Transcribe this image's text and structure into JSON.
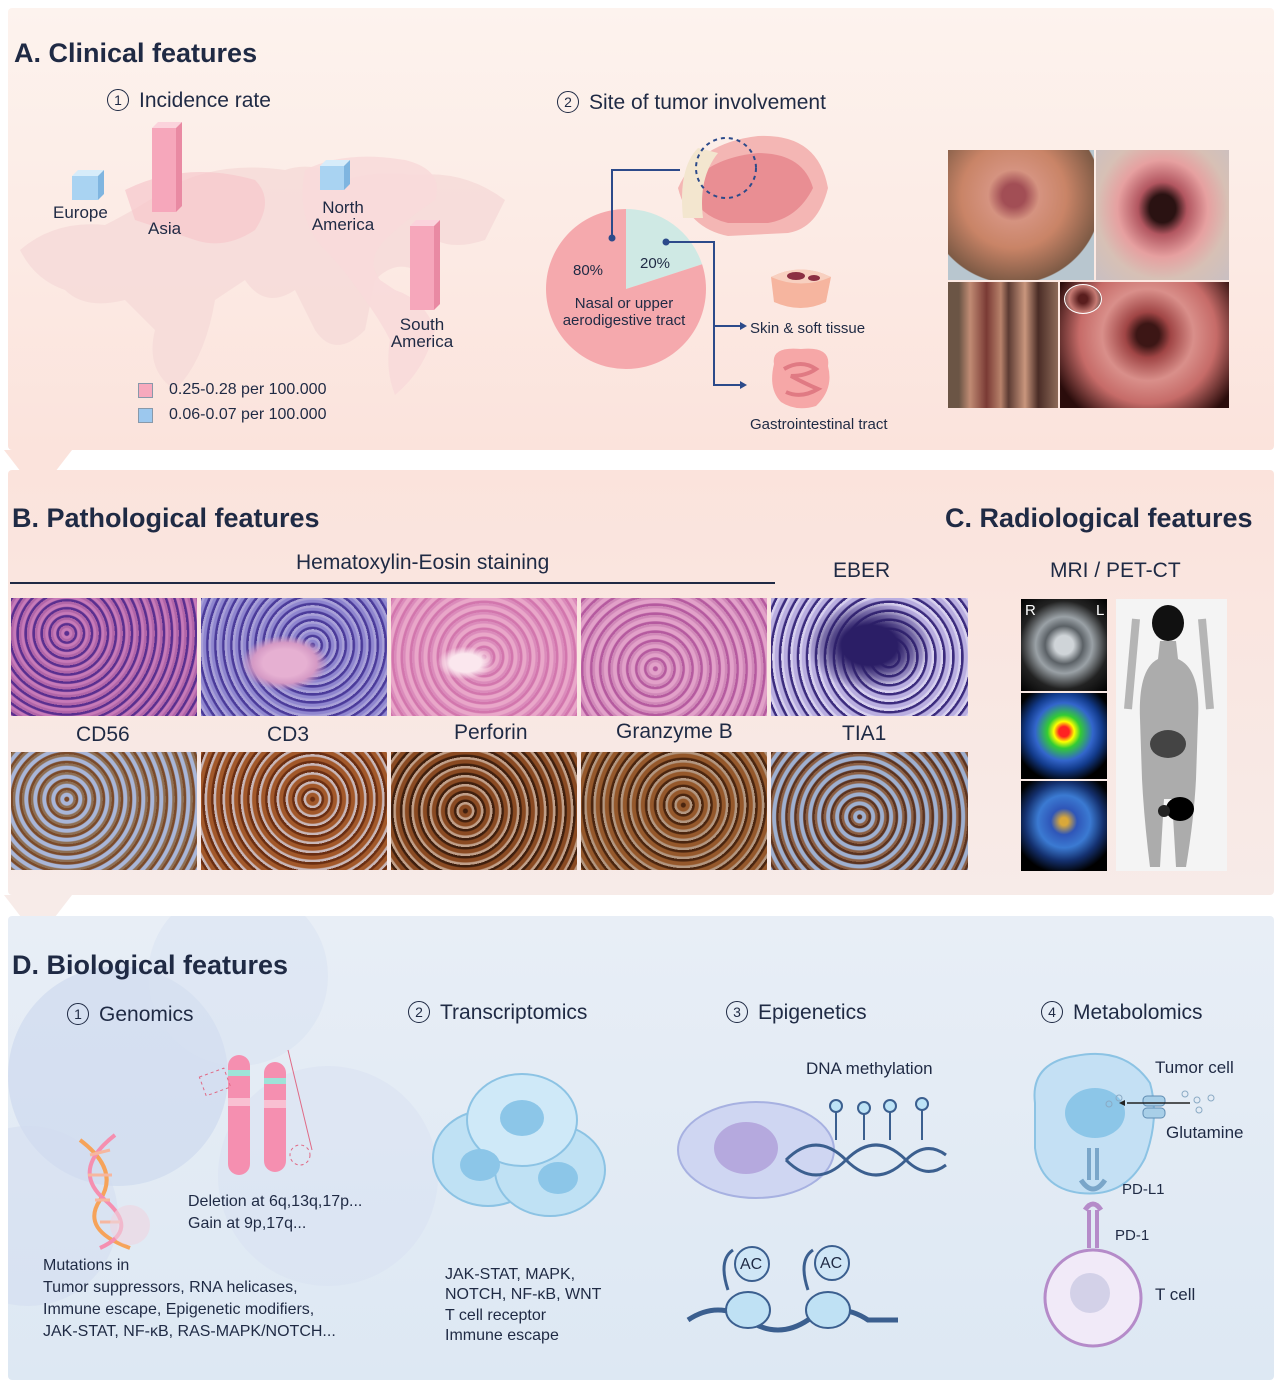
{
  "panelA": {
    "title": "A. Clinical features",
    "incidence": {
      "num": "1",
      "title": "Incidence rate",
      "regions": [
        {
          "name": "Europe",
          "level": "low"
        },
        {
          "name": "Asia",
          "level": "high"
        },
        {
          "name": "North America",
          "line1": "North",
          "line2": "America",
          "level": "low"
        },
        {
          "name": "South America",
          "line1": "South",
          "line2": "America",
          "level": "high"
        }
      ],
      "legend": [
        {
          "label": "0.25-0.28 per 100.000",
          "color": "#f7a9bd"
        },
        {
          "label": "0.06-0.07 per 100.000",
          "color": "#9cc8ee"
        }
      ]
    },
    "site": {
      "num": "2",
      "title": "Site of tumor involvement",
      "pie": [
        {
          "pct": "80%",
          "label_line1": "Nasal or upper",
          "label_line2": "aerodigestive tract",
          "value": 80,
          "color": "#f5a9ad"
        },
        {
          "pct": "20%",
          "value": 20,
          "color": "#cfe9e4"
        }
      ],
      "other_sites": [
        "Skin & soft tissue",
        "Gastrointestinal tract"
      ]
    }
  },
  "panelB": {
    "title": "B. Pathological features",
    "he_label": "Hematoxylin-Eosin staining",
    "eber_label": "EBER",
    "ihc_labels": [
      "CD56",
      "CD3",
      "Perforin",
      "Granzyme B",
      "TIA1"
    ]
  },
  "panelC": {
    "title": "C. Radiological features",
    "imaging_label": "MRI / PET-CT",
    "side_r": "R",
    "side_l": "L"
  },
  "panelD": {
    "title": "D. Biological features",
    "sections": [
      {
        "num": "1",
        "title": "Genomics"
      },
      {
        "num": "2",
        "title": "Transcriptomics"
      },
      {
        "num": "3",
        "title": "Epigenetics"
      },
      {
        "num": "4",
        "title": "Metabolomics"
      }
    ],
    "genomics": {
      "chrom_line1": "Deletion at 6q,13q,17p...",
      "chrom_line2": "Gain at 9p,17q...",
      "mutations": [
        "Mutations in",
        "Tumor suppressors, RNA helicases,",
        "Immune escape, Epigenetic modifiers,",
        "JAK-STAT, NF-κB, RAS-MAPK/NOTCH..."
      ]
    },
    "transcriptomics": {
      "lines": [
        "JAK-STAT, MAPK,",
        "NOTCH, NF-κB, WNT",
        "T cell receptor",
        "Immune escape"
      ]
    },
    "epigenetics": {
      "methylation": "DNA methylation",
      "acetyl": "AC"
    },
    "metabolomics": {
      "tumor_cell": "Tumor cell",
      "glutamine": "Glutamine",
      "pdl1": "PD-L1",
      "pd1": "PD-1",
      "t_cell": "T cell"
    }
  }
}
